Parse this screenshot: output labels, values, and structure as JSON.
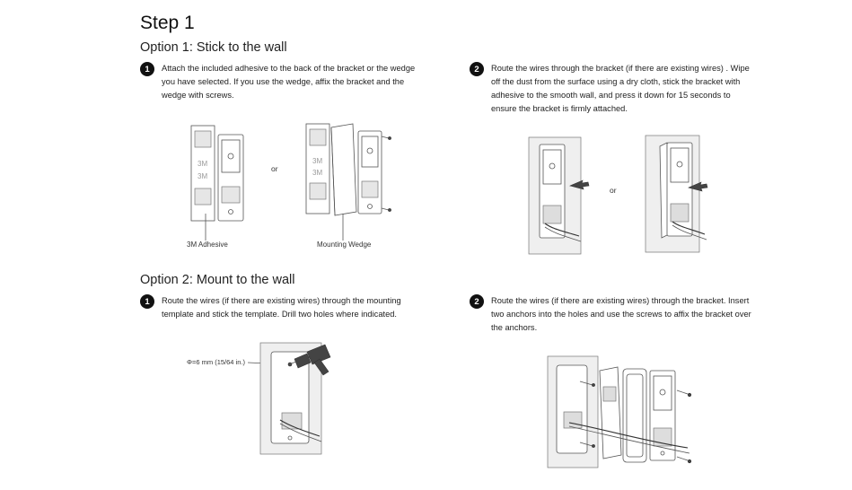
{
  "page": {
    "title": "Step 1"
  },
  "option1": {
    "heading": "Option 1: Stick to the wall",
    "step1": {
      "number": "1",
      "text": "Attach the included adhesive to the back of the bracket or the wedge you have selected. If you use the wedge, affix the bracket and the wedge with screws."
    },
    "step2": {
      "number": "2",
      "text": "Route the wires through the bracket (if there are existing wires) . Wipe off the dust from the surface using a dry cloth, stick the bracket with adhesive to the smooth wall, and press it down for 15 seconds to ensure the bracket is firmly attached."
    },
    "figure": {
      "adhesive_label": "3M Adhesive",
      "wedge_label": "Mounting Wedge",
      "or_label": "or",
      "tape_text": "3M",
      "or_label_2": "or"
    }
  },
  "option2": {
    "heading": "Option 2: Mount to the wall",
    "step1": {
      "number": "1",
      "text": "Route the wires (if there are existing wires) through the mounting template and stick the template. Drill two holes where indicated."
    },
    "step2": {
      "number": "2",
      "text": "Route the wires (if there are existing wires) through the bracket. Insert two anchors into the holes and use the screws to affix the bracket over the anchors."
    },
    "figure": {
      "drill_label": "Φ=6 mm (15/64 in.)"
    }
  }
}
